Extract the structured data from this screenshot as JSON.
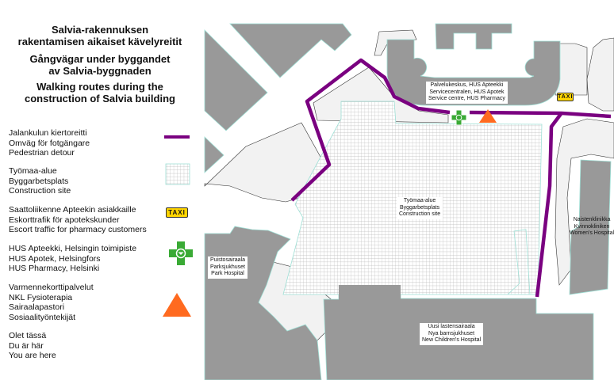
{
  "title": {
    "fi": [
      "Salvia-rakennuksen",
      "rakentamisen aikaiset kävelyreitit"
    ],
    "sv": [
      "Gångvägar under byggandet",
      "av Salvia-byggnaden"
    ],
    "en": [
      "Walking routes during the",
      "construction of Salvia building"
    ]
  },
  "legend": [
    {
      "icon": "purple-line",
      "lines": [
        "Jalankulun kiertoreitti",
        "Omväg för fotgängare",
        "Pedestrian detour"
      ]
    },
    {
      "icon": "grid-pattern",
      "lines": [
        "Työmaa-alue",
        "Byggarbetsplats",
        "Construction site"
      ]
    },
    {
      "icon": "taxi-sign",
      "lines": [
        "Saattoliikenne Apteekin asiakkaille",
        "Eskorttrafik för apotekskunder",
        "Escort traffic for pharmacy customers"
      ]
    },
    {
      "icon": "pharmacy-cross",
      "lines": [
        "HUS Apteekki, Helsingin toimipiste",
        "HUS Apotek, Helsingfors",
        "HUS Pharmacy, Helsinki"
      ]
    },
    {
      "icon": "orange-triangle",
      "lines": [
        "Varmennekorttipalvelut",
        "NKL Fysioterapia",
        "Sairaalapastori",
        "Sosiaalityöntekijät"
      ]
    },
    {
      "icon": "none",
      "lines": [
        "Olet tässä",
        "Du är här",
        "You are here"
      ]
    }
  ],
  "taxi_label": "TAXI",
  "map_labels": {
    "service_centre": [
      "Palvelukeskus, HUS Apteekki",
      "Servicecentralen, HUS Apotek",
      "Service centre, HUS Pharmacy"
    ],
    "construction": [
      "Työmaa-alue",
      "Byggarbetsplats",
      "Construction site"
    ],
    "park_hospital": [
      "Puistosairaala",
      "Parksjukhuset",
      "Park Hospital"
    ],
    "womens_hospital": [
      "Naistenklinikka",
      "Kvinnokliniken",
      "Women's Hospital"
    ],
    "childrens_hospital": [
      "Uusi lastensairaala",
      "Nya barnsjukhuset",
      "New Children's Hospital"
    ]
  },
  "colors": {
    "route": "#7a0080",
    "building": "#999999",
    "pharmacy": "#3aaa35",
    "service_point": "#ff6a1f",
    "taxi": "#ffd400",
    "grid": "#b8b8b8",
    "site_outline": "#9fe0d6"
  }
}
